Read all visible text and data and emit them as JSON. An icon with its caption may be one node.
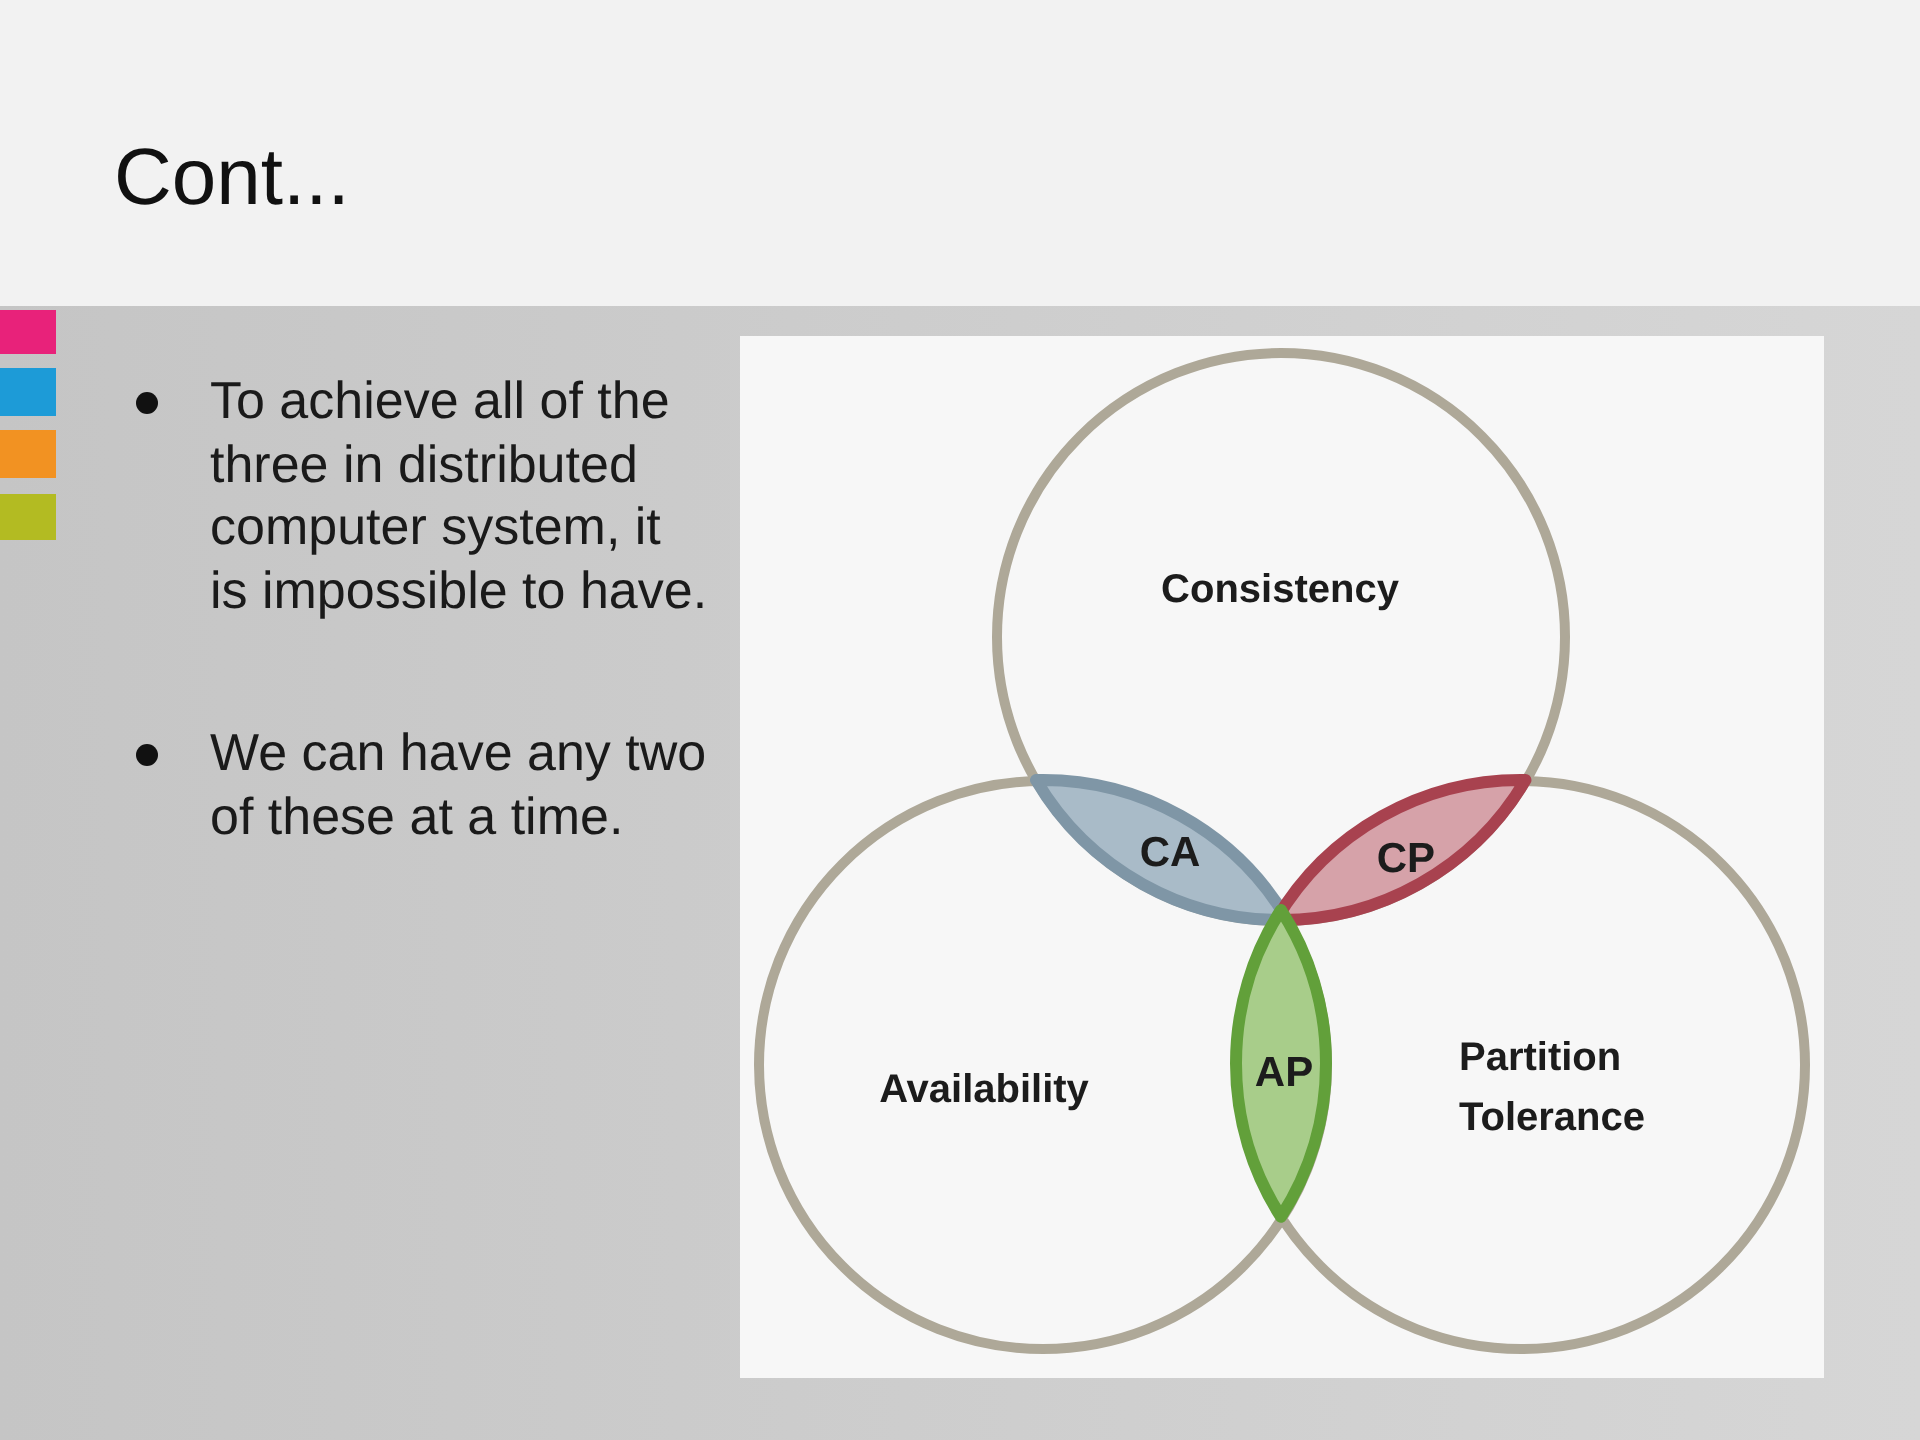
{
  "diagram": {
    "title": "Cont...",
    "nodes": [
      {
        "text": [
          "Consistency"
        ]
      },
      {
        "text": [
          "Availability"
        ]
      },
      {
        "text": [
          "Partition Tolerance"
        ]
      },
      {
        "text": [
          "CA"
        ]
      },
      {
        "text": [
          "CP"
        ]
      },
      {
        "text": [
          "AP"
        ]
      }
    ],
    "labels": [
      "To achieve all of the three in distributed computer system, it is impossible to have.",
      "We can have any two of these at a time."
    ]
  }
}
